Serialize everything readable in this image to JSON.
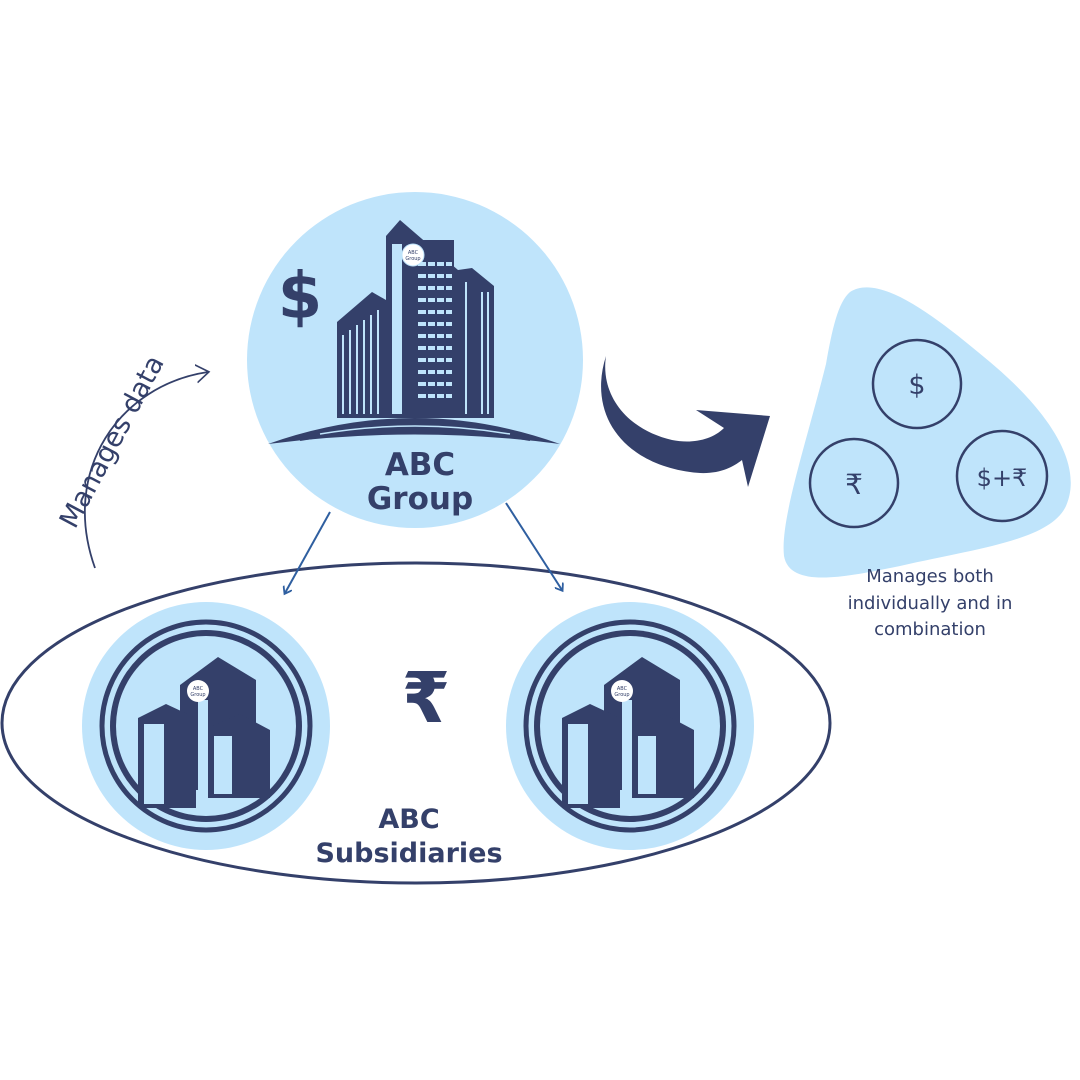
{
  "colors": {
    "navy": "#34406a",
    "light_blue": "#bfe4fb",
    "arrow_blue": "#2f5fa0",
    "white": "#ffffff"
  },
  "group": {
    "title_line1": "ABC",
    "title_line2": "Group",
    "currency_symbol": "$",
    "building_logo_line1": "ABC",
    "building_logo_line2": "Group"
  },
  "annotation": {
    "manages_data": "Manages data"
  },
  "subsidiaries": {
    "title_line1": "ABC",
    "title_line2": "Subsidiaries",
    "currency_symbol": "₹",
    "logo_line1": "ABC",
    "logo_line2": "Group"
  },
  "currencies": {
    "dollar": "$",
    "rupee": "₹",
    "combined": "$+₹",
    "caption_line1": "Manages both",
    "caption_line2": "individually and in",
    "caption_line3": "combination"
  },
  "icons": [
    "dollar-icon",
    "rupee-icon",
    "office-building-icon",
    "subsidiary-building-icon",
    "curved-arrow-icon"
  ]
}
